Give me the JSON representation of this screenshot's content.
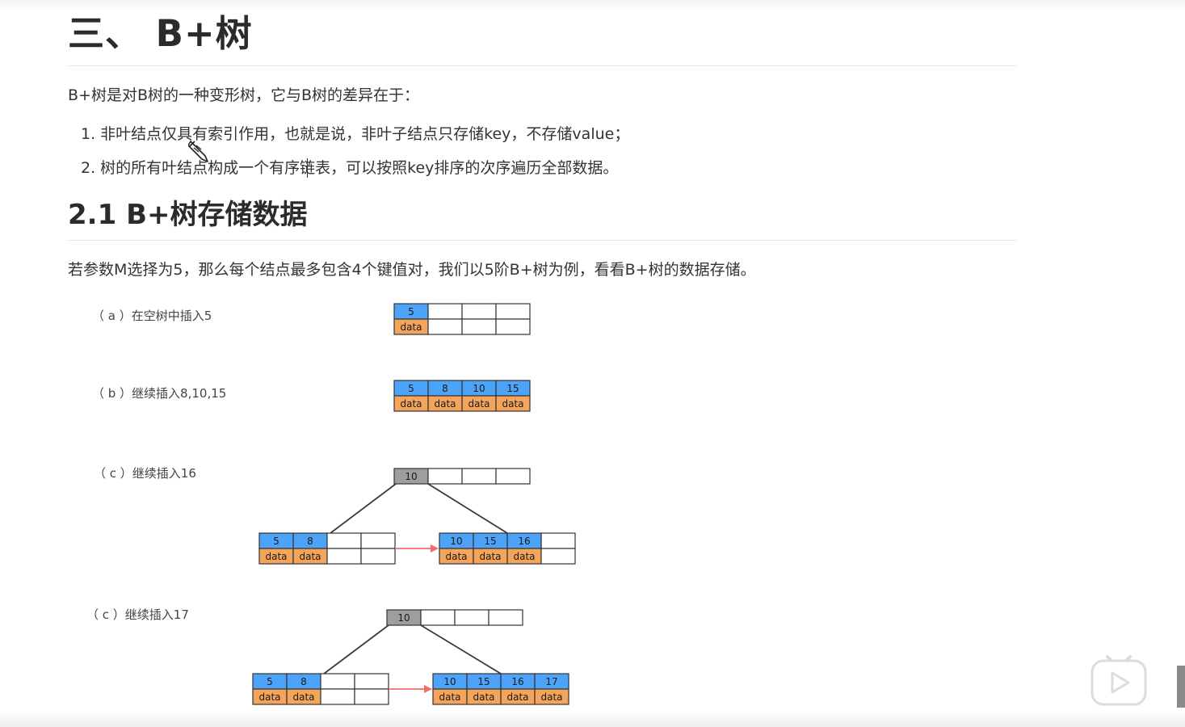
{
  "article": {
    "heading": "三、 B+树",
    "intro": "B+树是对B树的一种变形树，它与B树的差异在于：",
    "list_items": [
      "1. 非叶结点仅具有索引作用，也就是说，非叶子结点只存储key，不存储value；",
      "2. 树的所有叶结点构成一个有序链表，可以按照key排序的次序遍历全部数据。"
    ],
    "section_heading": "2.1 B+树存储数据",
    "section_intro": "若参数M选择为5，那么每个结点最多包含4个键值对，我们以5阶B+树为例，看看B+树的数据存储。"
  },
  "diagram": {
    "colors": {
      "key_fill": "#4da3f7",
      "data_fill": "#f5a55b",
      "index_fill": "#9e9e9e",
      "link_arrow": "#f26b6b",
      "edge_line": "#3a3a3a",
      "cell_border": "#333333"
    },
    "data_label": "data",
    "steps": [
      {
        "label": "（ a ）在空树中插入5",
        "root_keys": [
          "5"
        ],
        "root_is_leaf": true
      },
      {
        "label": "（ b ）继续插入8,10,15",
        "root_keys": [
          "5",
          "8",
          "10",
          "15"
        ],
        "root_is_leaf": true
      },
      {
        "label": "（ c ）继续插入16",
        "root_keys": [
          "10"
        ],
        "root_is_leaf": false,
        "left_leaf": [
          "5",
          "8"
        ],
        "right_leaf": [
          "10",
          "15",
          "16"
        ]
      },
      {
        "label": "（ c ）继续插入17",
        "root_keys": [
          "10"
        ],
        "root_is_leaf": false,
        "left_leaf": [
          "5",
          "8"
        ],
        "right_leaf": [
          "10",
          "15",
          "16",
          "17"
        ]
      }
    ]
  },
  "overlay": {
    "cursor_icon": "pen-cursor-icon",
    "play_icon": "bilibili-tv-play-icon"
  }
}
